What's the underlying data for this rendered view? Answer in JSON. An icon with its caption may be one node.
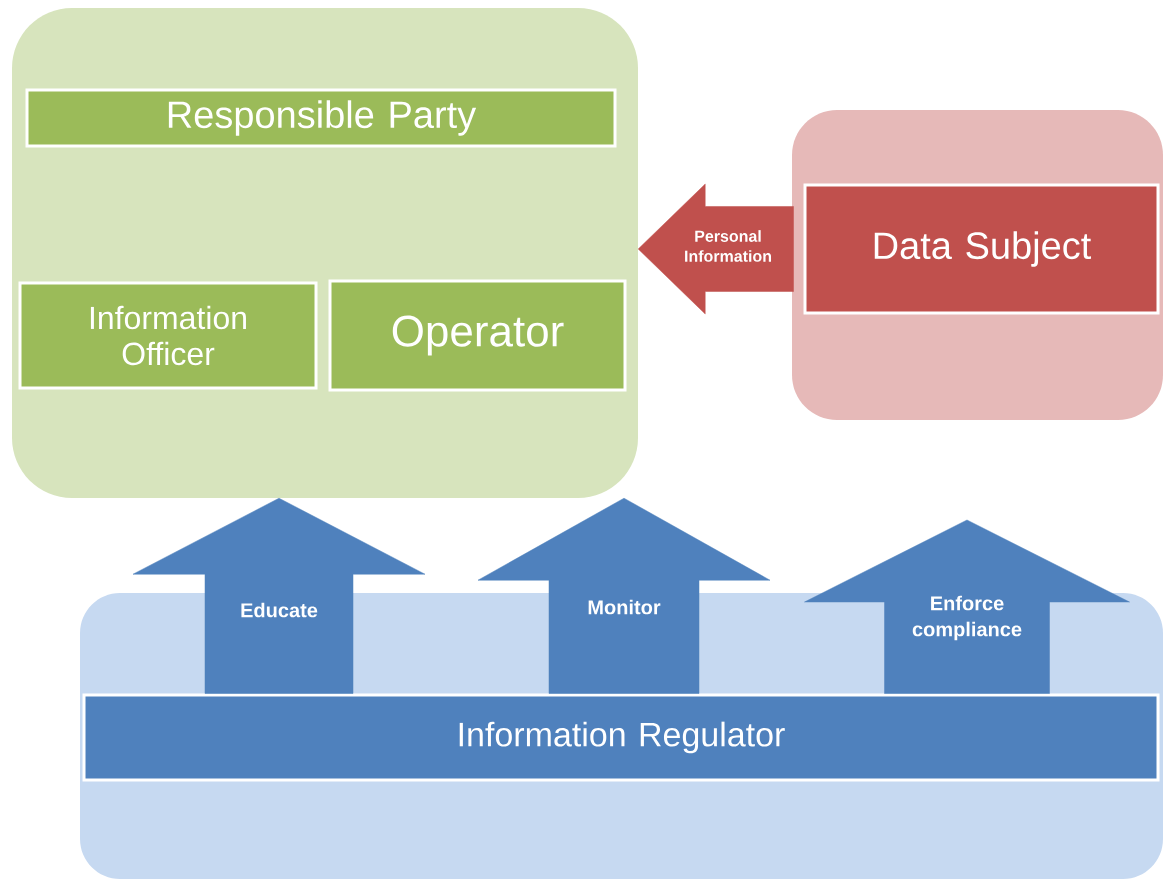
{
  "diagram": {
    "nodes": [
      {
        "text": [],
        "shape": "box"
      },
      {
        "text": [
          "Responsible Party"
        ],
        "in": 0
      },
      {
        "text": [
          "Information Officer"
        ],
        "in": 0
      },
      {
        "text": [
          "Operator"
        ],
        "in": 0
      },
      {
        "text": [],
        "shape": "box"
      },
      {
        "text": [
          "Data Subject"
        ],
        "in": 4
      },
      {
        "text": [],
        "shape": "box"
      },
      {
        "text": [
          "Information Regulator"
        ],
        "in": 6
      }
    ],
    "edges": [
      {
        "from": 5,
        "to": 0,
        "arrow": "to",
        "label": "Personal Information",
        "color": "#c0504d"
      },
      {
        "from": 7,
        "to": 0,
        "arrow": "to",
        "label": "Educate"
      },
      {
        "from": 7,
        "to": 0,
        "arrow": "to",
        "label": "Monitor"
      },
      {
        "from": 7,
        "to": null,
        "arrow": "to",
        "label": "Enforce compliance"
      }
    ]
  }
}
